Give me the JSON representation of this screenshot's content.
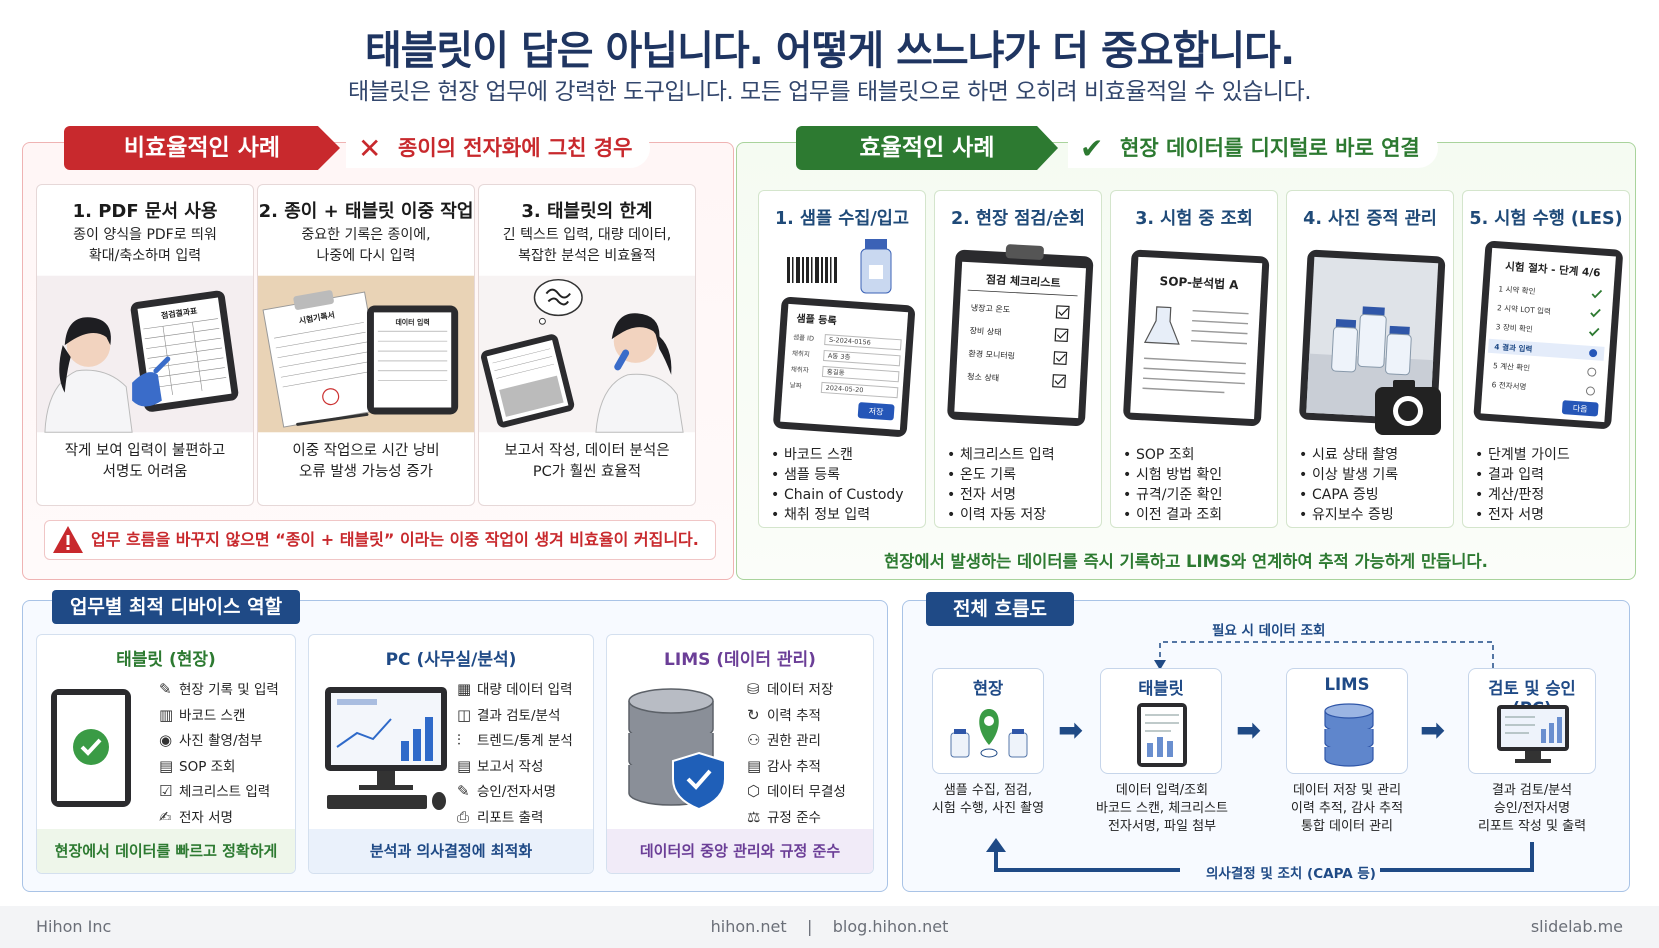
{
  "header": {
    "title": "태블릿이 답은 아닙니다.  어떻게 쓰느냐가 더 중요합니다.",
    "subtitle": "태블릿은 현장 업무에 강력한 도구입니다.  모든 업무를 태블릿으로 하면 오히려 비효율적일 수 있습니다."
  },
  "inefficient": {
    "banner": "비효율적인 사례",
    "side_label": "종이의 전자화에 그친 경우",
    "cards": [
      {
        "title": "1. PDF 문서 사용",
        "desc1": "종이 양식을 PDF로 띄워",
        "desc2": "확대/축소하며 입력",
        "foot1": "작게 보여 입력이 불편하고",
        "foot2": "서명도 어려움",
        "img_text": "점검결과표"
      },
      {
        "title": "2. 종이 + 태블릿 이중 작업",
        "desc1": "중요한 기록은 종이에,",
        "desc2": "나중에 다시 입력",
        "foot1": "이중 작업으로 시간 낭비",
        "foot2": "오류 발생 가능성 증가",
        "img_text": "시험기록서",
        "img_text2": "데이터 입력"
      },
      {
        "title": "3. 태블릿의 한계",
        "desc1": "긴 텍스트 입력, 대량 데이터,",
        "desc2": "복잡한 분석은 비효율적",
        "foot1": "보고서 작성, 데이터 분석은",
        "foot2": "PC가 훨씬 효율적"
      }
    ],
    "warning": "업무 흐름을 바꾸지 않으면 “종이 + 태블릿” 이라는 이중 작업이 생겨 비효율이 커집니다."
  },
  "efficient": {
    "banner": "효율적인 사례",
    "side_label": "현장 데이터를 디지털로 바로 연결",
    "cards": [
      {
        "title": "1. 샘플 수집/입고",
        "items": [
          "바코드 스캔",
          "샘플 등록",
          "Chain of Custody",
          "채취 정보 입력"
        ],
        "screen": {
          "header": "샘플 등록",
          "rows": [
            [
              "샘플 ID",
              "S-2024-0156"
            ],
            [
              "채취지",
              "A동 3층"
            ],
            [
              "채취자",
              "홍길동"
            ],
            [
              "날짜",
              "2024-05-20"
            ]
          ],
          "button": "저장"
        }
      },
      {
        "title": "2. 현장 점검/순회",
        "items": [
          "체크리스트 입력",
          "온도 기록",
          "전자 서명",
          "이력 자동 저장"
        ],
        "screen": {
          "header": "점검 체크리스트",
          "rows": [
            "냉장고 온도",
            "장비 상태",
            "환경 모니터링",
            "청소 상태"
          ]
        }
      },
      {
        "title": "3. 시험 중 조회",
        "items": [
          "SOP 조회",
          "시험 방법 확인",
          "규격/기준 확인",
          "이전 결과 조회"
        ],
        "screen": {
          "header": "SOP-분석법 A"
        }
      },
      {
        "title": "4. 사진 증적 관리",
        "items": [
          "시료 상태 촬영",
          "이상 발생 기록",
          "CAPA 증빙",
          "유지보수 증빙"
        ]
      },
      {
        "title": "5. 시험 수행 (LES)",
        "items": [
          "단계별 가이드",
          "결과 입력",
          "계산/판정",
          "전자 서명"
        ],
        "screen": {
          "header": "시험 절차 - 단계 4/6",
          "rows": [
            "1  시약 확인",
            "2  시약 LOT 입력",
            "3  장비 확인",
            "4  결과 입력",
            "5  계산 확인",
            "6  전자서명"
          ],
          "button": "다음"
        }
      }
    ],
    "footer": "현장에서 발생하는 데이터를 즉시 기록하고 LIMS와 연계하여 추적 가능하게 만듭니다."
  },
  "devices": {
    "tab": "업무별 최적 디바이스 역할",
    "cards": [
      {
        "title": "태블릿 (현장)",
        "items": [
          [
            "✎",
            "현장 기록 및 입력"
          ],
          [
            "▥",
            "바코드 스캔"
          ],
          [
            "◉",
            "사진 촬영/첨부"
          ],
          [
            "▤",
            "SOP 조회"
          ],
          [
            "☑",
            "체크리스트 입력"
          ],
          [
            "✍",
            "전자 서명"
          ]
        ],
        "foot": "현장에서 데이터를 빠르고 정확하게",
        "color": "#2d7a31",
        "foot_bg": "#eef6ea"
      },
      {
        "title": "PC (사무실/분석)",
        "items": [
          [
            "▦",
            "대량 데이터 입력"
          ],
          [
            "◫",
            "결과 검토/분석"
          ],
          [
            "⫶",
            "트렌드/통계 분석"
          ],
          [
            "▤",
            "보고서 작성"
          ],
          [
            "✎",
            "승인/전자서명"
          ],
          [
            "⎙",
            "리포트 출력"
          ]
        ],
        "foot": "분석과 의사결정에 최적화",
        "color": "#1f4a86",
        "foot_bg": "#eaf1fb"
      },
      {
        "title": "LIMS (데이터 관리)",
        "items": [
          [
            "⛁",
            "데이터 저장"
          ],
          [
            "↻",
            "이력 추적"
          ],
          [
            "⚇",
            "권한 관리"
          ],
          [
            "▤",
            "감사 추적"
          ],
          [
            "⬡",
            "데이터 무결성"
          ],
          [
            "⚖",
            "규정 준수"
          ]
        ],
        "foot": "데이터의 중앙 관리와 규정 준수",
        "color": "#6b3e97",
        "foot_bg": "#f1ebf8"
      }
    ]
  },
  "flow": {
    "tab": "전체 흐름도",
    "top_label": "필요 시 데이터 조회",
    "bottom_label": "의사결정 및 조치 (CAPA 등)",
    "steps": [
      {
        "title": "현장",
        "desc1": "샘플 수집, 점검,",
        "desc2": "시험 수행, 사진 촬영",
        "desc3": ""
      },
      {
        "title": "태블릿",
        "desc1": "데이터 입력/조회",
        "desc2": "바코드 스캔, 체크리스트",
        "desc3": "전자서명, 파일 첨부"
      },
      {
        "title": "LIMS",
        "desc1": "데이터 저장 및 관리",
        "desc2": "이력 추적, 감사 추적",
        "desc3": "통합 데이터 관리"
      },
      {
        "title": "검토 및 승인 (PC)",
        "desc1": "결과 검토/분석",
        "desc2": "승인/전자서명",
        "desc3": "리포트 작성 및 출력"
      }
    ]
  },
  "footer": {
    "left": "Hihon Inc",
    "center": "hihon.net    |    blog.hihon.net",
    "right": "slidelab.me"
  },
  "colors": {
    "red": "#c8292d",
    "green": "#2d7a31",
    "navy": "#1f4a86"
  }
}
